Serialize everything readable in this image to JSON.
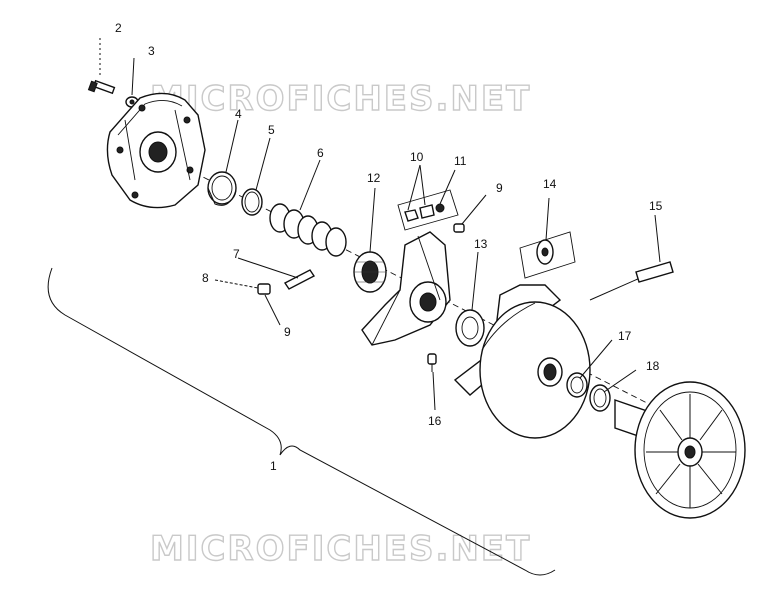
{
  "watermark": {
    "text": "MICROFICHES.NET"
  },
  "callouts": [
    {
      "id": "c1",
      "label": "1"
    },
    {
      "id": "c2",
      "label": "2"
    },
    {
      "id": "c3",
      "label": "3"
    },
    {
      "id": "c4",
      "label": "4"
    },
    {
      "id": "c5",
      "label": "5"
    },
    {
      "id": "c6",
      "label": "6"
    },
    {
      "id": "c7",
      "label": "7"
    },
    {
      "id": "c8",
      "label": "8"
    },
    {
      "id": "c9a",
      "label": "9"
    },
    {
      "id": "c9b",
      "label": "9"
    },
    {
      "id": "c10",
      "label": "10"
    },
    {
      "id": "c11",
      "label": "11"
    },
    {
      "id": "c12",
      "label": "12"
    },
    {
      "id": "c13",
      "label": "13"
    },
    {
      "id": "c14",
      "label": "14"
    },
    {
      "id": "c15",
      "label": "15"
    },
    {
      "id": "c16",
      "label": "16"
    },
    {
      "id": "c17",
      "label": "17"
    },
    {
      "id": "c18",
      "label": "18"
    }
  ]
}
